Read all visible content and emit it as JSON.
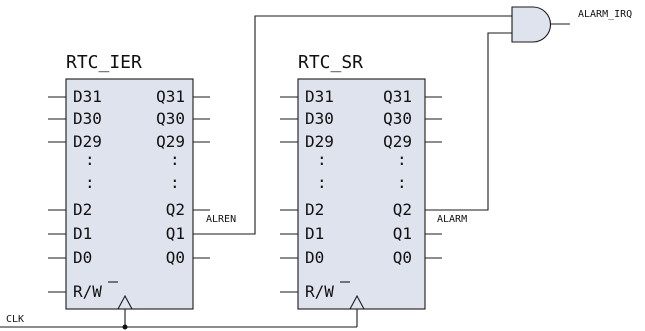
{
  "registers": [
    {
      "title": "RTC_IER",
      "left_pins": [
        "D31",
        "D30",
        "D29",
        ":",
        "D2",
        "D1",
        "D0",
        "R/W"
      ],
      "right_pins": [
        "Q31",
        "Q30",
        "Q29",
        ":",
        "Q2",
        "Q1",
        "Q0"
      ]
    },
    {
      "title": "RTC_SR",
      "left_pins": [
        "D31",
        "D30",
        "D29",
        ":",
        "D2",
        "D1",
        "D0",
        "R/W"
      ],
      "right_pins": [
        "Q31",
        "Q30",
        "Q29",
        ":",
        "Q2",
        "Q1",
        "Q0"
      ]
    }
  ],
  "signals": {
    "clk": "CLK",
    "alren": "ALREN",
    "alarm": "ALARM",
    "alarm_irq": "ALARM_IRQ"
  },
  "colors": {
    "box_fill": "#dfe3ee",
    "line": "#1a1a1a"
  }
}
